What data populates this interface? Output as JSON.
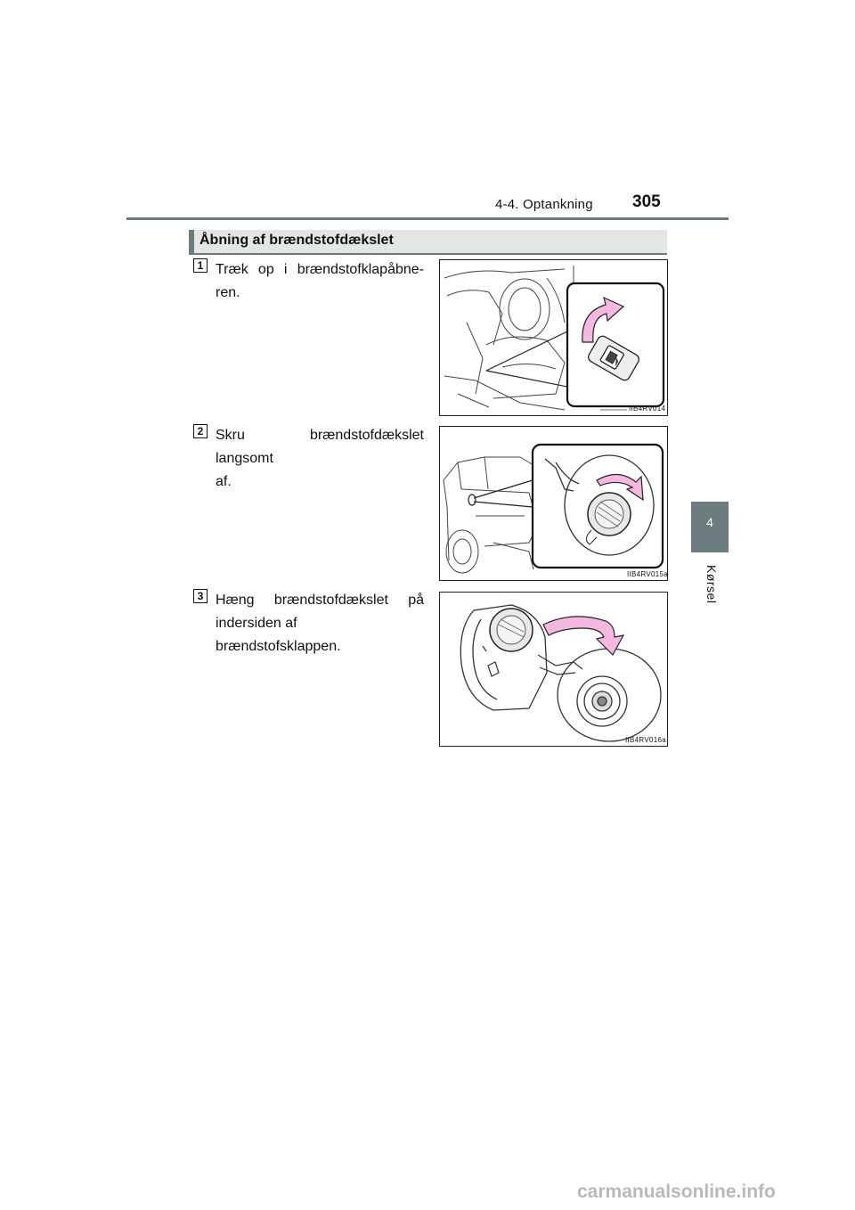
{
  "header": {
    "section_ref": "4-4. Optankning",
    "page_number": "305"
  },
  "side_tab": {
    "chapter_number": "4",
    "chapter_label": "Kørsel"
  },
  "section": {
    "title": "Åbning af brændstofdækslet"
  },
  "steps": [
    {
      "number": "1",
      "line1": "Træk op i brændstofklapåbne-",
      "line2": "ren.",
      "figure_code": "IIB4RV014"
    },
    {
      "number": "2",
      "line1": "Skru brændstofdækslet langsomt",
      "line2": "af.",
      "figure_code": "IIB4RV015a"
    },
    {
      "number": "3",
      "line1": "Hæng brændstofdækslet på",
      "line2": "indersiden af brændstofsklappen.",
      "figure_code": "IIB4RV016a"
    }
  ],
  "footer": {
    "watermark": "carmanualsonline.info"
  },
  "colors": {
    "accent_gray": "#6b7b7e",
    "heading_bg": "#e4e6e6",
    "arrow_pink": "#f5b8e0"
  }
}
